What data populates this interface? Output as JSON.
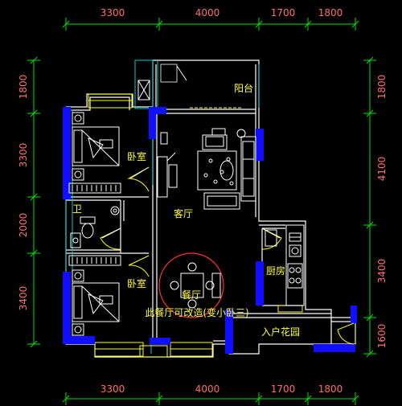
{
  "colors": {
    "background": "#000000",
    "dimension_line": "#00e000",
    "dimension_text": "#ff6e6e",
    "wall": "#ffffff",
    "column": "#1010ff",
    "window": "#ffff00",
    "room_label": "#ffff3c",
    "furniture": "#ffffff",
    "door": "#ffff00",
    "glazing": "#00d0d0",
    "dining_circle": "#ff3030"
  },
  "dimensions": {
    "top": [
      "3300",
      "4000",
      "1700",
      "1800"
    ],
    "bottom": [
      "3300",
      "4000",
      "1700",
      "1800"
    ],
    "left": [
      "1800",
      "3300",
      "2000",
      "3400"
    ],
    "right": [
      "1800",
      "4100",
      "3400",
      "1600"
    ]
  },
  "rooms": {
    "balcony": "阳台",
    "bedroom_top": "卧室",
    "living_room": "客厅",
    "bathroom": "卫",
    "bedroom_bottom": "卧室",
    "kitchen": "厨房",
    "dining_room": "餐厅",
    "dining_note": "此餐厅可改造(变小卧三)",
    "entry_garden": "入户花园"
  },
  "icons": {
    "bed_top": "bed-icon",
    "bed_bottom": "bed-icon",
    "sofa_set": "sofa-icon",
    "dining_table": "dining-table-icon",
    "toilet": "toilet-icon",
    "kitchen_counter": "kitchen-counter-icon"
  }
}
